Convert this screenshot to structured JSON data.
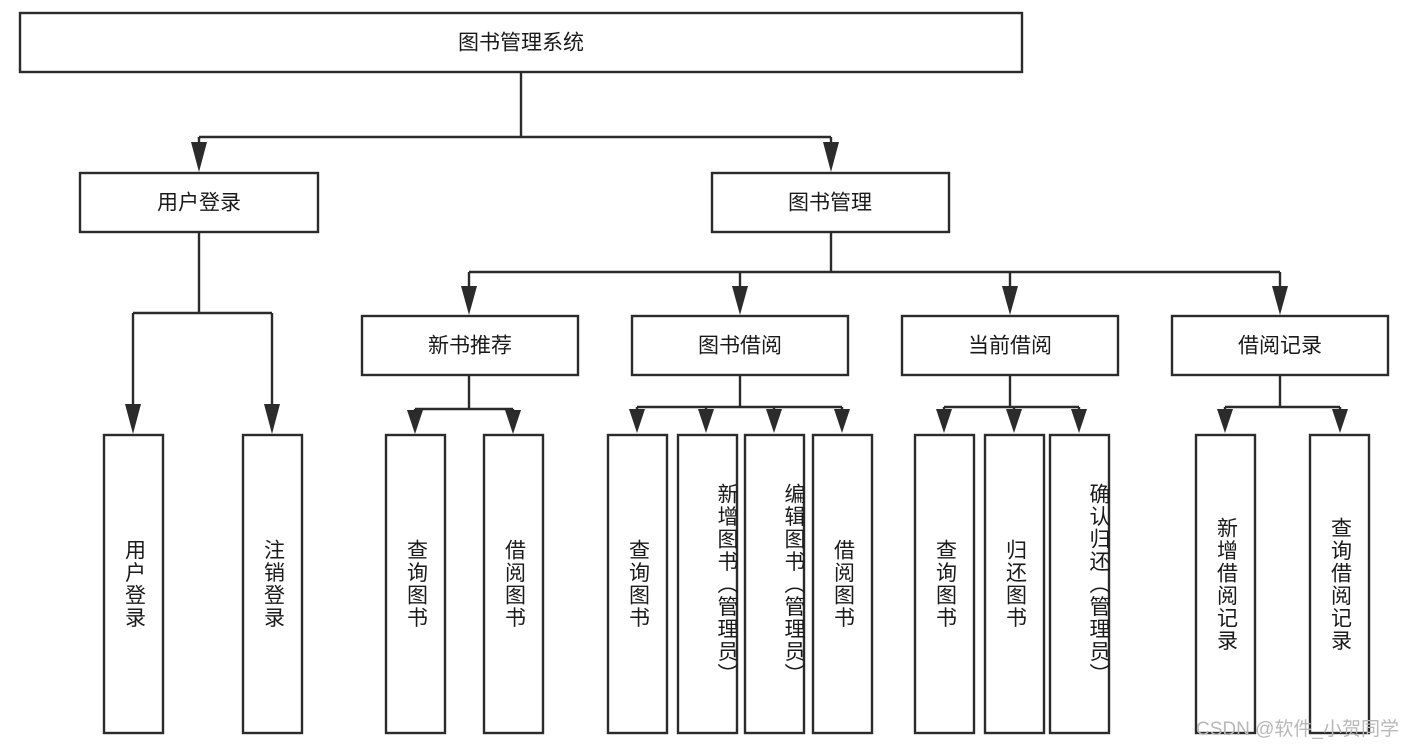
{
  "diagram": {
    "type": "tree-hierarchy-flowchart",
    "title": "图书管理系统",
    "root": {
      "label": "图书管理系统",
      "id": "root-system"
    },
    "level2": [
      {
        "id": "user-login",
        "label": "用户登录"
      },
      {
        "id": "book-management",
        "label": "图书管理"
      }
    ],
    "level3": [
      {
        "id": "new-book-recommend",
        "label": "新书推荐",
        "parent": "book-management"
      },
      {
        "id": "book-borrow",
        "label": "图书借阅",
        "parent": "book-management"
      },
      {
        "id": "current-borrow",
        "label": "当前借阅",
        "parent": "book-management"
      },
      {
        "id": "borrow-record",
        "label": "借阅记录",
        "parent": "book-management"
      }
    ],
    "leaves": [
      {
        "id": "leaf-user-login",
        "label": "用户登录",
        "parent": "user-login"
      },
      {
        "id": "leaf-logout-login",
        "label": "注销登录",
        "parent": "user-login"
      },
      {
        "id": "leaf-query-book-1",
        "label": "查询图书",
        "parent": "new-book-recommend"
      },
      {
        "id": "leaf-borrow-book-1",
        "label": "借阅图书",
        "parent": "new-book-recommend"
      },
      {
        "id": "leaf-query-book-2",
        "label": "查询图书",
        "parent": "book-borrow"
      },
      {
        "id": "leaf-add-book",
        "label": "新增图书（管理员）",
        "parent": "book-borrow"
      },
      {
        "id": "leaf-edit-book",
        "label": "编辑图书（管理员）",
        "parent": "book-borrow"
      },
      {
        "id": "leaf-borrow-book-2",
        "label": "借阅图书",
        "parent": "book-borrow"
      },
      {
        "id": "leaf-query-book-3",
        "label": "查询图书",
        "parent": "current-borrow"
      },
      {
        "id": "leaf-return-book",
        "label": "归还图书",
        "parent": "current-borrow"
      },
      {
        "id": "leaf-confirm-return",
        "label": "确认归还（管理员）",
        "parent": "current-borrow"
      },
      {
        "id": "leaf-add-record",
        "label": "新增借阅记录",
        "parent": "borrow-record"
      },
      {
        "id": "leaf-query-record",
        "label": "查询借阅记录",
        "parent": "borrow-record"
      }
    ],
    "watermark": "CSDN @软件_小贺同学",
    "colors": {
      "stroke": "#2b2b2b",
      "fill": "#ffffff",
      "text": "#1a1a1a",
      "watermark": "#b8b8b8",
      "background": "#ffffff"
    }
  }
}
